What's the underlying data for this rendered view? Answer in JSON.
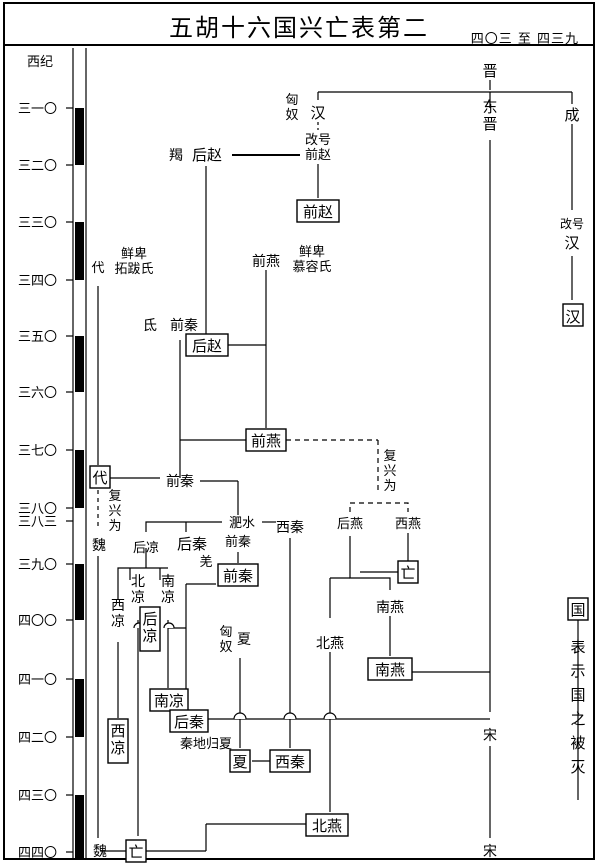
{
  "header": {
    "title": "五胡十六国兴亡表第二",
    "range": "四〇三 至 四三九"
  },
  "timeline": {
    "label": "西纪",
    "ticks": [
      "三一〇",
      "三二〇",
      "三三〇",
      "三四〇",
      "三五〇",
      "三六〇",
      "三七〇",
      "三八〇",
      "三八三",
      "三九〇",
      "四〇〇",
      "四一〇",
      "四二〇",
      "四三〇",
      "四四〇"
    ]
  },
  "nodes": {
    "jin": "晋",
    "dongjin": "东晋",
    "cheng": "成",
    "cheng_rename_note": "改号",
    "cheng_han": "汉",
    "cheng_han_end": "汉",
    "xiongnu_han": "匈奴",
    "han": "汉",
    "qianzhao_note": "改号\n前赵",
    "qianzhao_end": "前赵",
    "jie": "羯",
    "houzhao": "后赵",
    "houzhao_end": "后赵",
    "qianyan": "前燕",
    "xianbei_murong": "鲜卑\n慕容氏",
    "qianyan_end": "前燕",
    "xianbei_tuoba": "鲜卑\n拓跋氏",
    "dai": "代",
    "dai_end": "代",
    "di": "氐",
    "qianqin": "前秦",
    "qianqin_mid": "前秦",
    "fixing_wei": "复\n兴\n为",
    "wei": "魏",
    "wei_end": "魏",
    "feishui": "淝水",
    "feishui_qianqin": "前秦",
    "qianqin_end": "前秦",
    "xiqin": "西秦",
    "xiqin_end": "西秦",
    "houyan": "后燕",
    "xiyan": "西燕",
    "xiyan_end": "亡",
    "fixing_yan": "复\n兴\n为",
    "nanyan": "南燕",
    "nanyan_end": "南燕",
    "beiyan": "北燕",
    "beiyan_end": "北燕",
    "houliang": "后凉",
    "houqin": "后秦",
    "qiang": "羌",
    "houqin_end": "后秦",
    "beiliang": "北凉",
    "nanliang": "南凉",
    "nanliang_end": "南凉",
    "xiliang": "西凉",
    "xiliang_end": "西凉",
    "houliang_end": "后凉",
    "xiongnu_xia": "匈奴",
    "xia": "夏",
    "xia_end": "夏",
    "qindi": "秦地归夏",
    "song": "宋",
    "song_end": "宋",
    "wang_final": "亡"
  },
  "legend": {
    "box": "国",
    "text": "表示国之被灭"
  }
}
